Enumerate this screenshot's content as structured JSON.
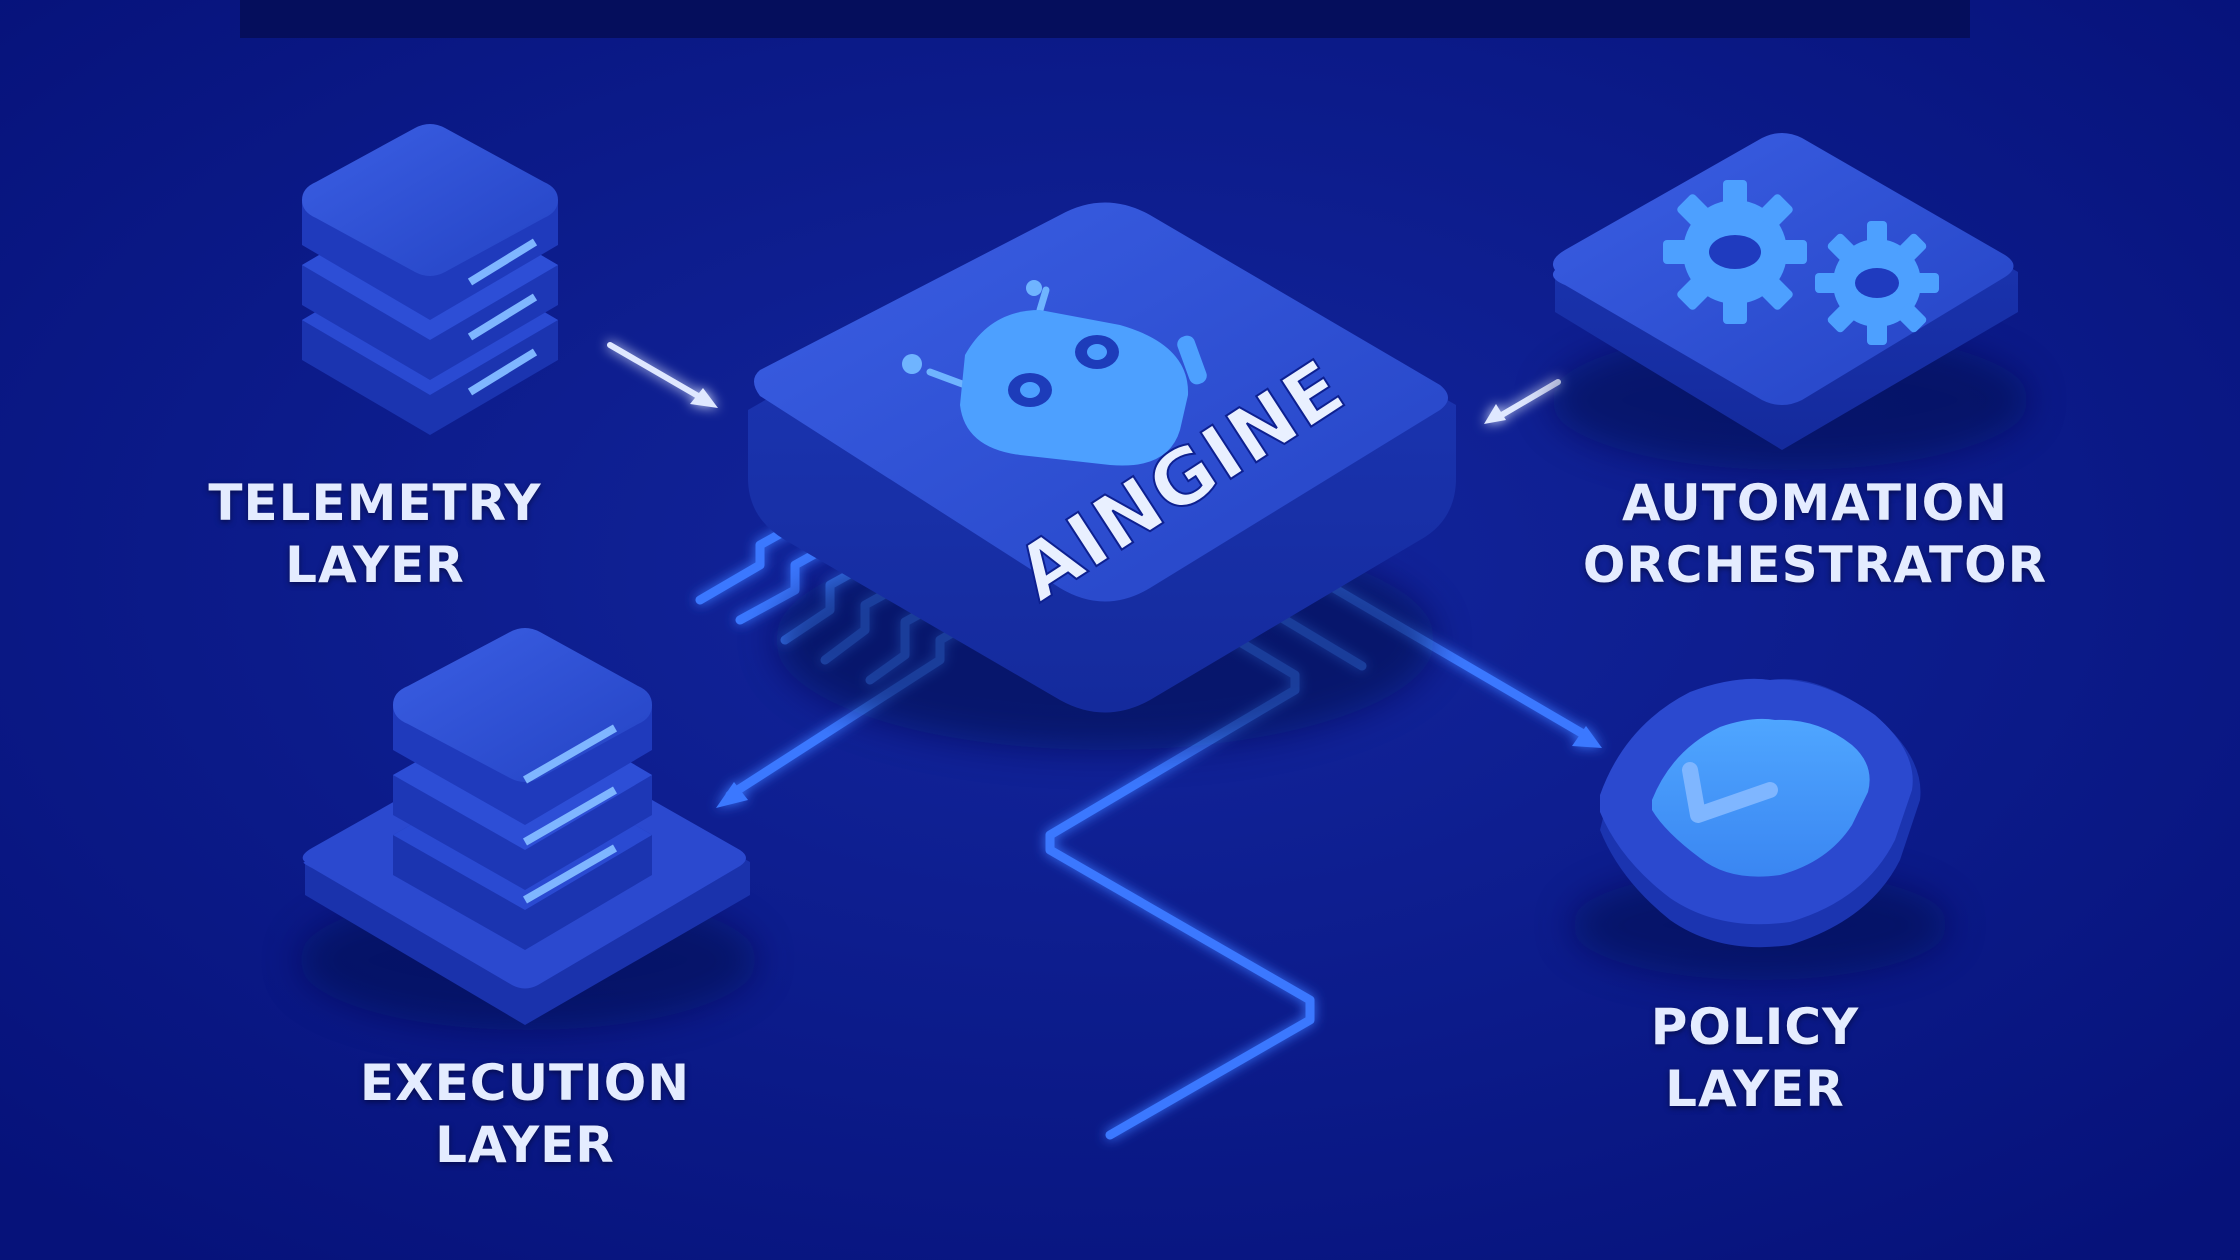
{
  "diagram": {
    "center": {
      "name": "AINGINE"
    },
    "nodes": {
      "telemetry": {
        "line1": "TELEMETRY",
        "line2": "LAYER",
        "icon": "server-stack-icon"
      },
      "automation": {
        "line1": "AUTOMATION",
        "line2": "ORCHESTRATOR",
        "icon": "gears-icon"
      },
      "execution": {
        "line1": "EXECUTION",
        "line2": "LAYER",
        "icon": "server-stack-icon"
      },
      "policy": {
        "line1": "POLICY",
        "line2": "LAYER",
        "icon": "shield-check-icon"
      }
    },
    "center_icon": "robot-icon"
  },
  "colors": {
    "background_center": "#13269e",
    "background_edge": "#06127a",
    "block_top": "#2f52d8",
    "block_side": "#1b35b5",
    "accent": "#4fa2ff",
    "line_glow": "#2f6bff",
    "label_text": "#e4ecff"
  }
}
